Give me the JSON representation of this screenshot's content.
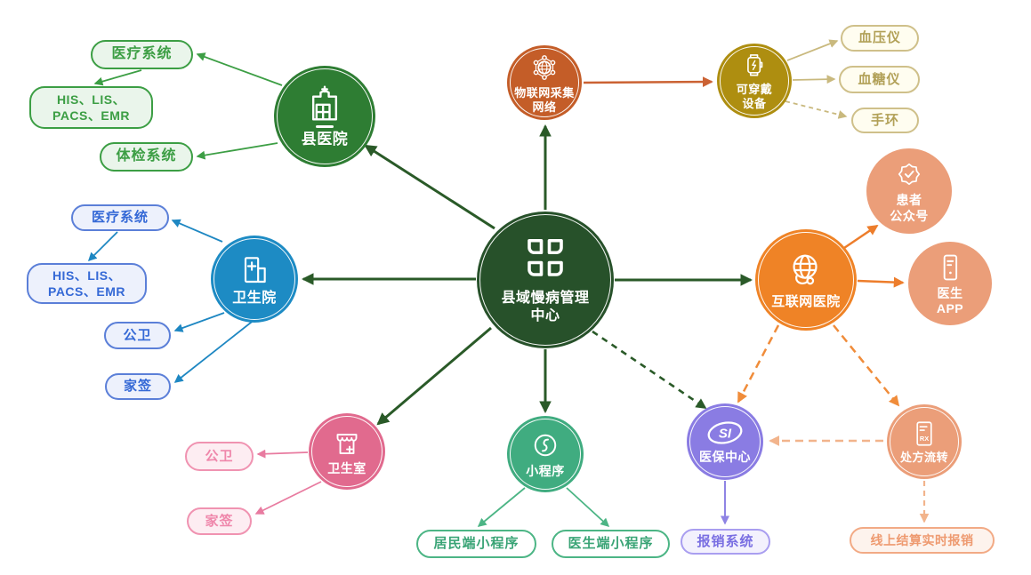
{
  "colors": {
    "center-fill": "#27512a",
    "green-line": "#2a5a28",
    "county-fill": "#2e7d33",
    "green-accent": "#3c9e44",
    "green-pill-bg": "#eaf5eb",
    "blue-fill": "#1d8bc4",
    "blue-line": "#1e87c2",
    "blue-pill-bg": "#edf1fc",
    "blue-pill-border": "#5b7fd8",
    "blue-pill-text": "#3569d6",
    "pink-fill": "#e16a8e",
    "pink-line": "#e87ba0",
    "pink-pill-bg": "#fdedf2",
    "pink-pill-border": "#f093b1",
    "pink-pill-text": "#ef87ab",
    "jade-fill": "#40ac80",
    "jade-line": "#4cb585",
    "jade-text": "#3aa476",
    "purple-fill": "#8a7ce3",
    "purple-line": "#8f84e4",
    "purple-pill-bg": "#f3f1fd",
    "purple-pill-border": "#a99ef0",
    "purple-pill-text": "#7a6fe2",
    "orange-fill": "#ef8326",
    "orange-line": "#ed7d2b",
    "orange-dash": "#f08c3a",
    "salmon-fill": "#eb9e79",
    "peach-line": "#f2b48c",
    "peach-pill-bg": "#fdf3ed",
    "peach-pill-border": "#f2aa85",
    "peach-pill-text": "#ee9a70",
    "rust-fill": "#c45d28",
    "rust-line": "#cb6233",
    "gold-fill": "#ae8e10",
    "tan-line": "#c9b97e",
    "tan-pill-bg": "#fffdf0",
    "tan-pill-border": "#cfc08a",
    "tan-pill-text": "#b2a158"
  },
  "nodes": {
    "center": {
      "label": "县域慢病管理\n中心"
    },
    "county_hospital": {
      "label": "县医院"
    },
    "health_center": {
      "label": "卫生院"
    },
    "clinic": {
      "label": "卫生室"
    },
    "miniprogram": {
      "label": "小程序"
    },
    "insurance_center": {
      "label": "医保中心"
    },
    "internet_hospital": {
      "label": "互联网医院"
    },
    "iot_network": {
      "label": "物联网采集\n网络"
    },
    "wearable": {
      "label": "可穿戴\n设备"
    },
    "patient_account": {
      "label": "患者\n公众号"
    },
    "doctor_app": {
      "label": "医生\nAPP"
    },
    "prescription": {
      "label": "处方流转"
    },
    "insurance_logo_text": "SI",
    "rx_text": "RX"
  },
  "pills": {
    "county_medical_system": {
      "label": "医疗系统"
    },
    "county_his": {
      "label": "HIS、LIS、\nPACS、EMR"
    },
    "county_physical_exam": {
      "label": "体检系统"
    },
    "hc_medical_system": {
      "label": "医疗系统"
    },
    "hc_his": {
      "label": "HIS、LIS、\nPACS、EMR"
    },
    "hc_public_health": {
      "label": "公卫"
    },
    "hc_family_sign": {
      "label": "家签"
    },
    "clinic_public_health": {
      "label": "公卫"
    },
    "clinic_family_sign": {
      "label": "家签"
    },
    "resident_miniprogram": {
      "label": "居民端小程序"
    },
    "doctor_miniprogram": {
      "label": "医生端小程序"
    },
    "reimbursement_system": {
      "label": "报销系统"
    },
    "blood_pressure_meter": {
      "label": "血压仪"
    },
    "blood_glucose_meter": {
      "label": "血糖仪"
    },
    "wristband": {
      "label": "手环"
    },
    "online_settlement": {
      "label": "线上结算实时报销"
    }
  }
}
